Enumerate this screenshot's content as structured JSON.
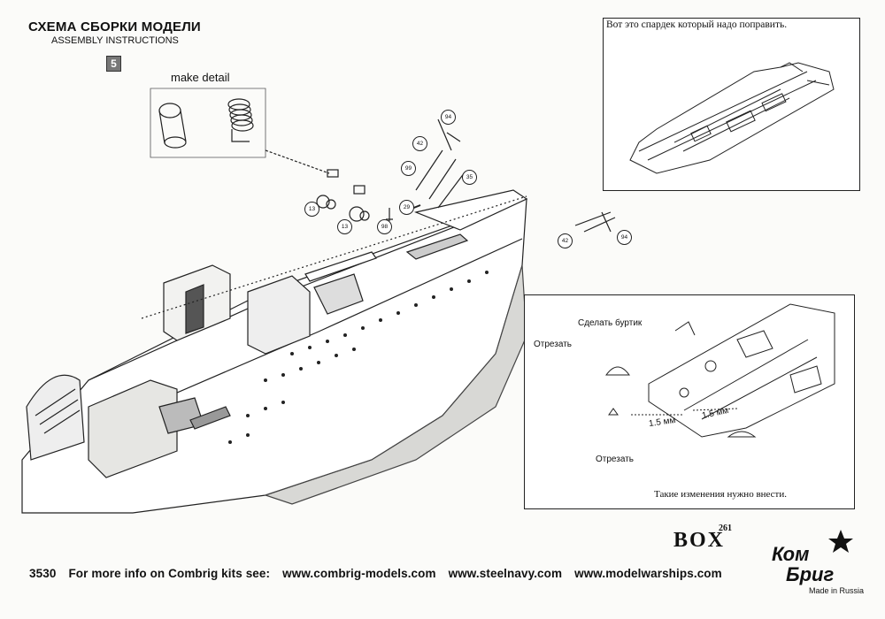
{
  "header": {
    "title_ru": "СХЕМА СБОРКИ МОДЕЛИ",
    "title_en": "ASSEMBLY INSTRUCTIONS",
    "step_number": "5"
  },
  "detail": {
    "label": "make detail"
  },
  "panel_top": {
    "note": "Вот это спардек который надо поправить."
  },
  "panel_bottom": {
    "label_make_rim": "Сделать буртик",
    "label_cut_1": "Отрезать",
    "label_cut_2": "Отрезать",
    "dim_1": "1.5 мм",
    "dim_2": "1.5 мм",
    "note": "Такие изменения нужно внести."
  },
  "callouts": [
    "94",
    "42",
    "99",
    "35",
    "13",
    "13",
    "29",
    "98",
    "42",
    "94"
  ],
  "footer": {
    "kit_number": "3530",
    "info": "For more info on Combrig kits see:",
    "url1": "www.combrig-models.com",
    "url2": "www.steelnavy.com",
    "url3": "www.modelwarships.com"
  },
  "brand": {
    "box_number": "261",
    "box_word": "BOX",
    "logo_line1": "Ком",
    "logo_line2": "Бриг",
    "made_in": "Made in Russia"
  }
}
